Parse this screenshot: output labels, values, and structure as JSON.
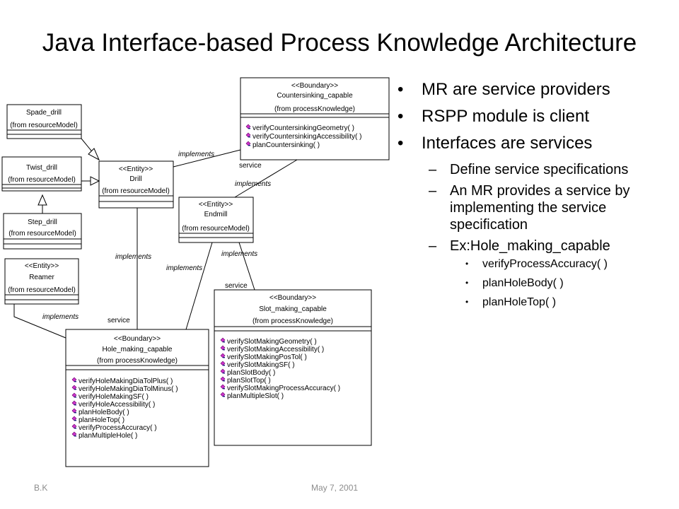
{
  "title": "Java Interface-based Process Knowledge Architecture",
  "bullets": [
    "MR are service providers",
    "RSPP module is client",
    "Interfaces are services"
  ],
  "sub_bullets": [
    "Define service specifications",
    "An MR provides a service by implementing the service specification",
    "Ex:Hole_making_capable"
  ],
  "sub_sub_bullets": [
    "verifyProcessAccuracy( )",
    "planHoleBody( )",
    "planHoleTop( )"
  ],
  "footer": {
    "left": "B.K",
    "center": "May 7, 2001"
  },
  "diagram": {
    "classes": {
      "countersinking": {
        "stereotype": "<<Boundary>>",
        "name": "Countersinking_capable",
        "source": "(from processKnowledge)",
        "methods": [
          "verifyCountersinkingGeometry( )",
          "verifyCountersinkingAccessibility( )",
          "planCountersinking( )"
        ]
      },
      "spade_drill": {
        "name": "Spade_drill",
        "source": "(from resourceModel)"
      },
      "twist_drill": {
        "name": "Twist_drill",
        "source": "(from resourceModel)"
      },
      "drill": {
        "stereotype": "<<Entity>>",
        "name": "Drill",
        "source": "(from resourceModel)"
      },
      "endmill": {
        "stereotype": "<<Entity>>",
        "name": "Endmill",
        "source": "(from resourceModel)"
      },
      "step_drill": {
        "name": "Step_drill",
        "source": "(from resourceModel)"
      },
      "reamer": {
        "stereotype": "<<Entity>>",
        "name": "Reamer",
        "source": "(from resourceModel)"
      },
      "slot_making": {
        "stereotype": "<<Boundary>>",
        "name": "Slot_making_capable",
        "source": "(from processKnowledge)",
        "methods": [
          "verifySlotMakingGeometry( )",
          "verifySlotMakingAccessibility( )",
          "verifySlotMakingPosTol( )",
          "verifySlotMakingSF( )",
          "planSlotBody( )",
          "planSlotTop( )",
          "verifySlotMakingProcessAccuracy( )",
          "planMultipleSlot( )"
        ]
      },
      "hole_making": {
        "stereotype": "<<Boundary>>",
        "name": "Hole_making_capable",
        "source": "(from processKnowledge)",
        "methods": [
          "verifyHoleMakingDiaTolPlus( )",
          "verifyHoleMakingDiaTolMinus( )",
          "verifyHoleMakingSF( )",
          "verifyHoleAccessibility( )",
          "planHoleBody( )",
          "planHoleTop( )",
          "verifyProcessAccuracy( )",
          "planMultipleHole( )"
        ]
      }
    },
    "edge_labels": {
      "implements": "implements",
      "service": "service"
    },
    "colors": {
      "method_icon": "#cc33cc",
      "line": "#000000"
    }
  }
}
